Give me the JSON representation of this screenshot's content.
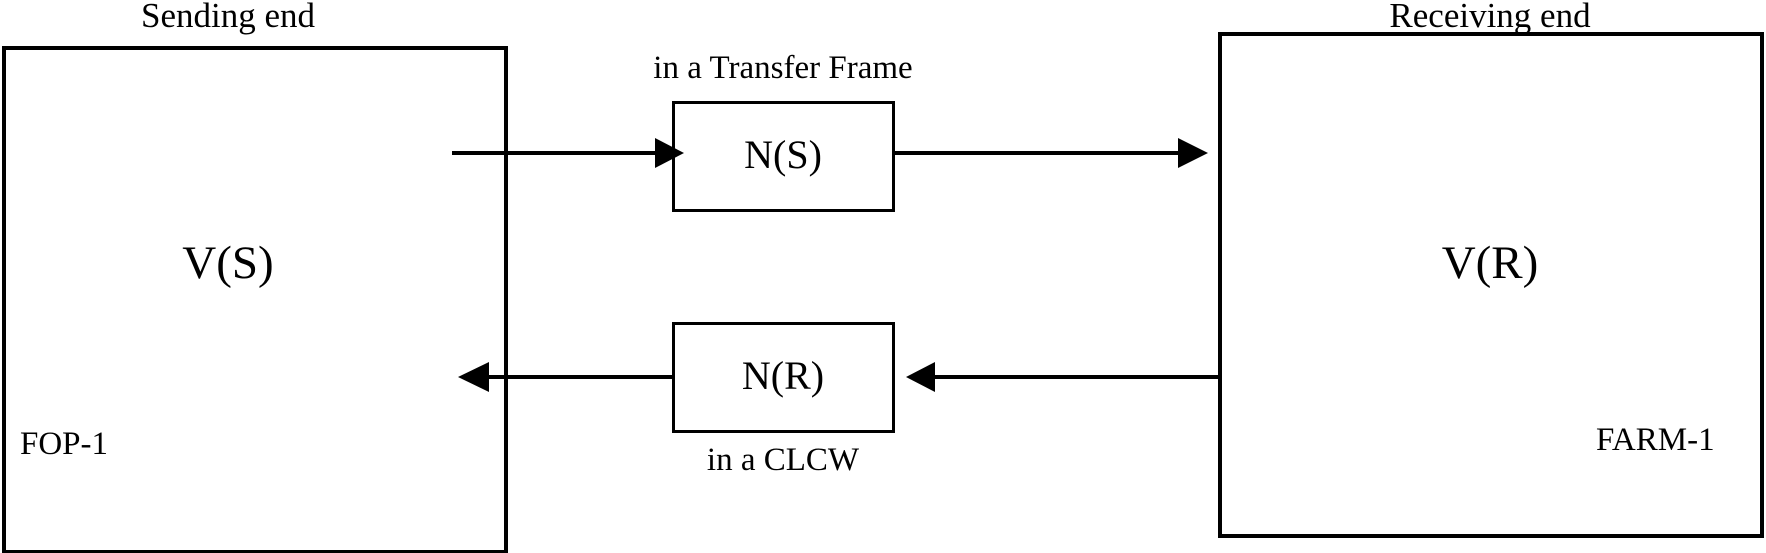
{
  "diagram": {
    "title_left": "Sending end",
    "title_right": "Receiving end",
    "left_box": {
      "variable": "V(S)",
      "tag": "FOP-1"
    },
    "right_box": {
      "variable": "V(R)",
      "tag": "FARM-1"
    },
    "forward_path": {
      "note": "in a Transfer Frame",
      "variable": "N(S)"
    },
    "return_path": {
      "note": "in a CLCW",
      "variable": "N(R)"
    },
    "colors": {
      "stroke": "#000000",
      "background": "#ffffff"
    }
  }
}
